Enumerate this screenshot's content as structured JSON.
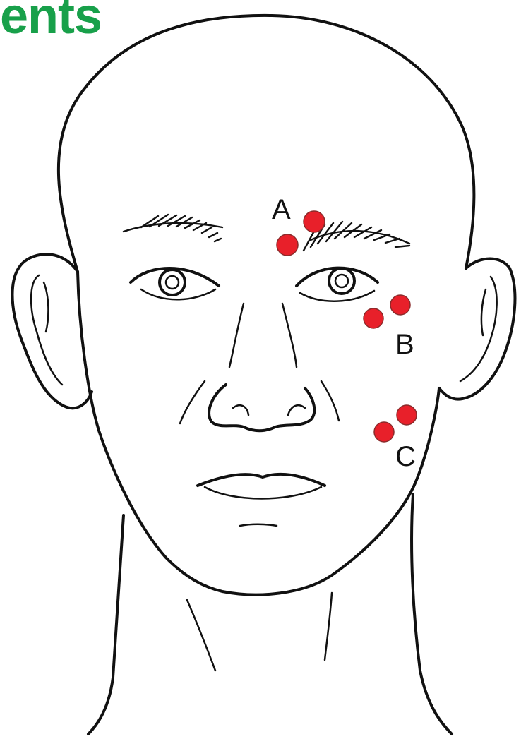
{
  "title": "ents",
  "colors": {
    "title": "#18a04a",
    "points": "#e8202a"
  },
  "labels": {
    "a": "A",
    "b": "B",
    "c": "C"
  }
}
